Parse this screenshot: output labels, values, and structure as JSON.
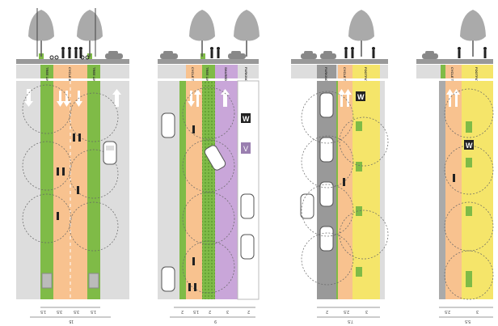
{
  "colors": {
    "green": "#7fbb47",
    "orange": "#f8c28f",
    "grey": "#cfcfcf",
    "yellow": "#f5e56a",
    "purple": "#c9a6d9",
    "dark": "#444444",
    "white": "#ffffff"
  },
  "sections": [
    {
      "id": "section-1",
      "strips": [
        {
          "type": "grey",
          "label": ""
        },
        {
          "type": "green",
          "label": "TREE LINE"
        },
        {
          "type": "orange",
          "label": "CYCLE BOULEVARD"
        },
        {
          "type": "green",
          "label": "TREE LINE"
        },
        {
          "type": "grey",
          "label": ""
        }
      ],
      "dimensions": [
        "1.5",
        "3.5",
        "3.5",
        "1.5"
      ],
      "total": "15"
    },
    {
      "id": "section-2",
      "strips": [
        {
          "type": "grey",
          "label": ""
        },
        {
          "type": "white",
          "label": ""
        },
        {
          "type": "orange",
          "label": "CYCLE TRACK"
        },
        {
          "type": "green",
          "label": "TREE LINE"
        },
        {
          "type": "purple",
          "label": "SHARED SPACE"
        },
        {
          "type": "grey",
          "label": "PARKING"
        }
      ],
      "dimensions": [
        "2",
        "1.5",
        "2",
        "3",
        "2"
      ],
      "total": "9"
    },
    {
      "id": "section-3",
      "strips": [
        {
          "type": "white",
          "label": ""
        },
        {
          "type": "grey",
          "label": "PARKING"
        },
        {
          "type": "white",
          "label": ""
        },
        {
          "type": "orange",
          "label": "CYCLE TRACK"
        },
        {
          "type": "yellow",
          "label": "FOOTPATH"
        },
        {
          "type": "white",
          "label": ""
        }
      ],
      "dimensions": [
        "2",
        "2.5",
        "3"
      ],
      "total": "7.5"
    },
    {
      "id": "section-4",
      "strips": [
        {
          "type": "white",
          "label": ""
        },
        {
          "type": "grey",
          "label": ""
        },
        {
          "type": "orange",
          "label": "CYCLE TRACK"
        },
        {
          "type": "yellow",
          "label": "FOOTPATH"
        },
        {
          "type": "white",
          "label": ""
        }
      ],
      "dimensions": [
        "2.5",
        "3"
      ],
      "total": "5.5"
    }
  ],
  "markers": {
    "w": "W",
    "v": "V"
  }
}
